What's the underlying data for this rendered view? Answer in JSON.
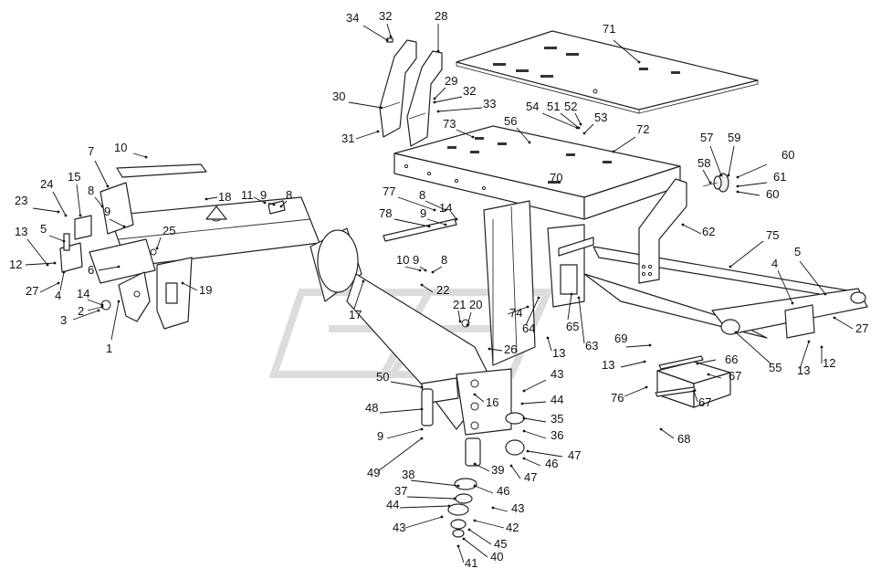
{
  "diagram": {
    "callouts": [
      "1",
      "2",
      "3",
      "4",
      "5",
      "6",
      "7",
      "8",
      "9",
      "10",
      "11",
      "12",
      "13",
      "14",
      "15",
      "16",
      "17",
      "18",
      "19",
      "20",
      "21",
      "22",
      "23",
      "24",
      "25",
      "26",
      "27",
      "28",
      "29",
      "30",
      "31",
      "32",
      "33",
      "34",
      "35",
      "36",
      "37",
      "38",
      "39",
      "40",
      "41",
      "42",
      "43",
      "44",
      "45",
      "46",
      "47",
      "48",
      "49",
      "50",
      "51",
      "52",
      "53",
      "54",
      "55",
      "56",
      "57",
      "58",
      "59",
      "60",
      "61",
      "62",
      "63",
      "64",
      "65",
      "66",
      "67",
      "68",
      "69",
      "71",
      "72",
      "73",
      "74",
      "75",
      "76",
      "77",
      "78"
    ],
    "plate_marking": "70"
  },
  "colors": {
    "line": "#222222",
    "watermark": "#dcdcdc",
    "background": "#ffffff"
  }
}
